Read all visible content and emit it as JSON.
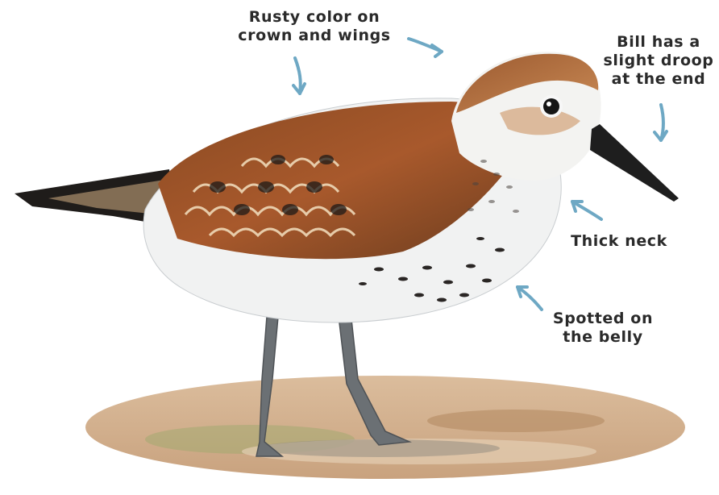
{
  "labels": {
    "rusty": [
      "Rusty color on",
      "crown and wings"
    ],
    "bill": [
      "Bill has a",
      "slight droop",
      "at the end"
    ],
    "neck": [
      "Thick neck"
    ],
    "belly": [
      "Spotted on",
      "the belly"
    ]
  },
  "colors": {
    "arrow": "#6ea8c4",
    "text": "#2a2a2a",
    "rust": "#a5532a",
    "belly": "#f1f2f2",
    "bill": "#1e1e1e",
    "legs": "#5e6266",
    "ground": "#c9a27a"
  }
}
